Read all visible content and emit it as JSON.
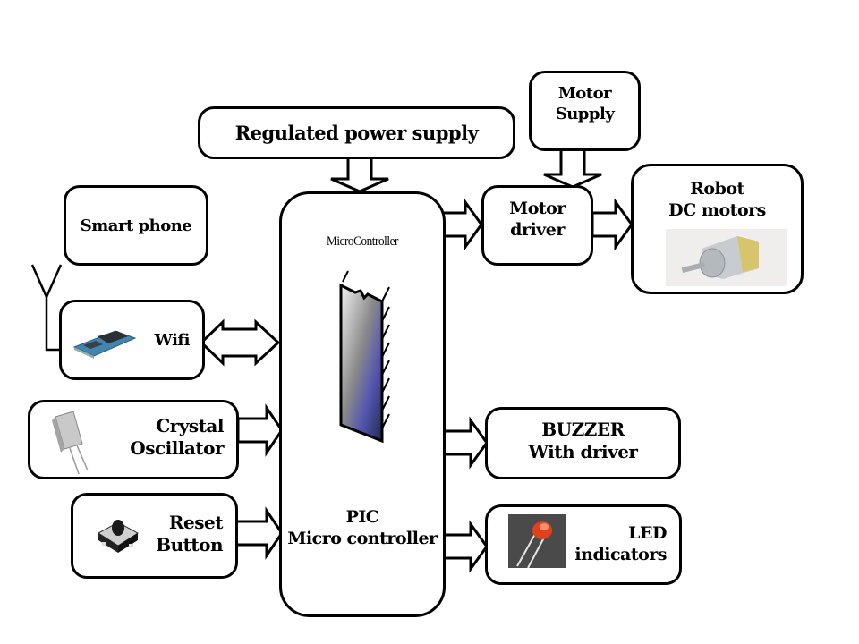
{
  "diagram": {
    "title": "PIC microcontroller based WiFi controlled robot block diagram",
    "blocks": {
      "power_supply": {
        "label": "Regulated power supply"
      },
      "motor_supply": {
        "line1": "Motor",
        "line2": "Supply"
      },
      "smart_phone": {
        "label": "Smart phone"
      },
      "wifi": {
        "label": "Wifi",
        "image": "wifi-module"
      },
      "crystal": {
        "line1": "Crystal",
        "line2": "Oscillator",
        "image": "crystal-oscillator"
      },
      "reset": {
        "line1": "Reset",
        "line2": "Button",
        "image": "tactile-push-button"
      },
      "microcontroller": {
        "chip_caption": "MicroController",
        "line1": "PIC",
        "line2": "Micro controller",
        "image": "dip-ic-chip"
      },
      "motor_driver": {
        "line1": "Motor",
        "line2": "driver"
      },
      "dc_motors": {
        "line1": "Robot",
        "line2": "DC motors",
        "image": "geared-dc-motor"
      },
      "buzzer": {
        "line1": "BUZZER",
        "line2": "With driver"
      },
      "led": {
        "line1": "LED",
        "line2": "indicators",
        "image": "red-led"
      }
    },
    "connections": [
      {
        "from": "power_supply",
        "to": "microcontroller",
        "type": "unidirectional"
      },
      {
        "from": "motor_supply",
        "to": "motor_driver",
        "type": "unidirectional"
      },
      {
        "from": "microcontroller",
        "to": "motor_driver",
        "type": "unidirectional"
      },
      {
        "from": "motor_driver",
        "to": "dc_motors",
        "type": "unidirectional"
      },
      {
        "from": "wifi",
        "to": "microcontroller",
        "type": "bidirectional"
      },
      {
        "from": "crystal",
        "to": "microcontroller",
        "type": "unidirectional"
      },
      {
        "from": "reset",
        "to": "microcontroller",
        "type": "unidirectional"
      },
      {
        "from": "microcontroller",
        "to": "buzzer",
        "type": "unidirectional"
      },
      {
        "from": "microcontroller",
        "to": "led",
        "type": "unidirectional"
      }
    ],
    "colors": {
      "stroke": "#000000",
      "background": "#ffffff",
      "chip_blue": "#4a4aa0",
      "led_red": "#e0401c"
    }
  }
}
